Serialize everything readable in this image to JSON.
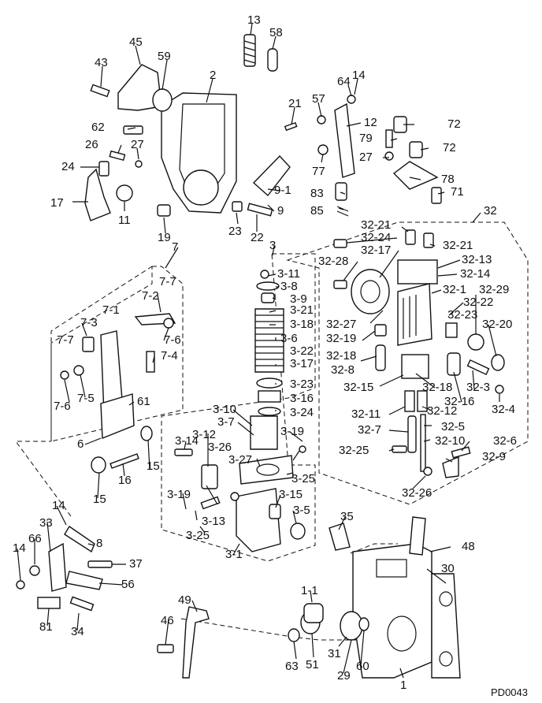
{
  "diagram_code": "PD0043",
  "labels": {
    "l13": "13",
    "l58": "58",
    "l45": "45",
    "l43": "43",
    "l59": "59",
    "l2": "2",
    "l64": "64",
    "l14a": "14",
    "l21": "21",
    "l57": "57",
    "l12": "12",
    "l72a": "72",
    "l62": "62",
    "l27a": "27",
    "l26": "26",
    "l79": "79",
    "l72b": "72",
    "l27b": "27",
    "l77": "77",
    "l78": "78",
    "l24": "24",
    "l91": "9-1",
    "l83": "83",
    "l71": "71",
    "l17": "17",
    "l11": "11",
    "l9": "9",
    "l85": "85",
    "l32": "32",
    "l23": "23",
    "l22": "22",
    "l19": "19",
    "l3221a": "32-21",
    "l3224": "32-24",
    "l3221b": "32-21",
    "l7": "7",
    "l3": "3",
    "l3217": "32-17",
    "l3213": "32-13",
    "l3228": "32-28",
    "l311": "3-11",
    "l3214": "32-14",
    "l77a": "7-7",
    "l38": "3-8",
    "l321": "32-1",
    "l3229": "32-29",
    "l72l": "7-2",
    "l39": "3-9",
    "l3222": "32-22",
    "l71b": "7-1",
    "l321b": "3-21",
    "l3223": "32-23",
    "l73": "7-3",
    "l318": "3-18",
    "l3227": "32-27",
    "l3220": "32-20",
    "l76a": "7-6",
    "l77b": "7-7",
    "l36": "3-6",
    "l3219": "32-19",
    "l322": "3-22",
    "l74": "7-4",
    "l317": "3-17",
    "l3218a": "32-18",
    "l328": "32-8",
    "l323": "3-23",
    "l3215": "32-15",
    "l3218b": "32-18",
    "l3233": "32-3",
    "l76b": "7-6",
    "l75": "7-5",
    "l61": "61",
    "l316": "3-16",
    "l3216": "32-16",
    "l324": "32-4",
    "l310": "3-10",
    "l324b": "3-24",
    "l3211": "32-11",
    "l3212": "32-12",
    "l37": "3-7",
    "l327": "32-7",
    "l325": "32-5",
    "l6": "6",
    "l314": "3-14",
    "l319a": "3-19",
    "l312": "3-12",
    "l3210": "32-10",
    "l326": "32-6",
    "l3225": "32-25",
    "l15a": "15",
    "l326b": "3-26",
    "l327b": "3-27",
    "l329": "32-9",
    "l16": "16",
    "l15b": "15",
    "l325b": "3-25",
    "l3226": "32-26",
    "l319b": "3-19",
    "l313": "3-13",
    "l315": "3-15",
    "l14b": "14",
    "l35": "35",
    "l35b": "3-5",
    "l33": "33",
    "l325c": "3-25",
    "l8": "8",
    "l48": "48",
    "l31": "3-1",
    "l66": "66",
    "l14c": "14",
    "l37b": "37",
    "l30": "30",
    "l56": "56",
    "l11b": "1-1",
    "l81": "81",
    "l34": "34",
    "l49": "49",
    "l46": "46",
    "l31b": "31",
    "l63": "63",
    "l51": "51",
    "l29": "29",
    "l60": "60",
    "l1": "1"
  }
}
